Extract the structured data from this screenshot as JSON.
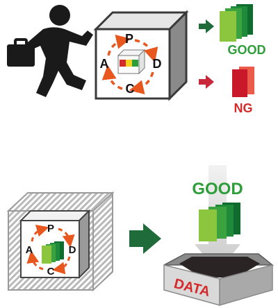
{
  "top": {
    "pdca": {
      "p": "P",
      "d": "D",
      "c": "C",
      "a": "A"
    },
    "good_label": "GOOD",
    "ng_label": "NG"
  },
  "bottom": {
    "pdca": {
      "p": "P",
      "d": "D",
      "c": "C",
      "a": "A"
    },
    "good_label": "GOOD",
    "data_label": "DATA"
  },
  "colors": {
    "good_green": "#2e9e3a",
    "ng_red": "#d42a2a",
    "pdca_arrow": "#e8571e",
    "arrow_dark_green": "#1f6b3a",
    "arrow_red": "#c8283a"
  }
}
